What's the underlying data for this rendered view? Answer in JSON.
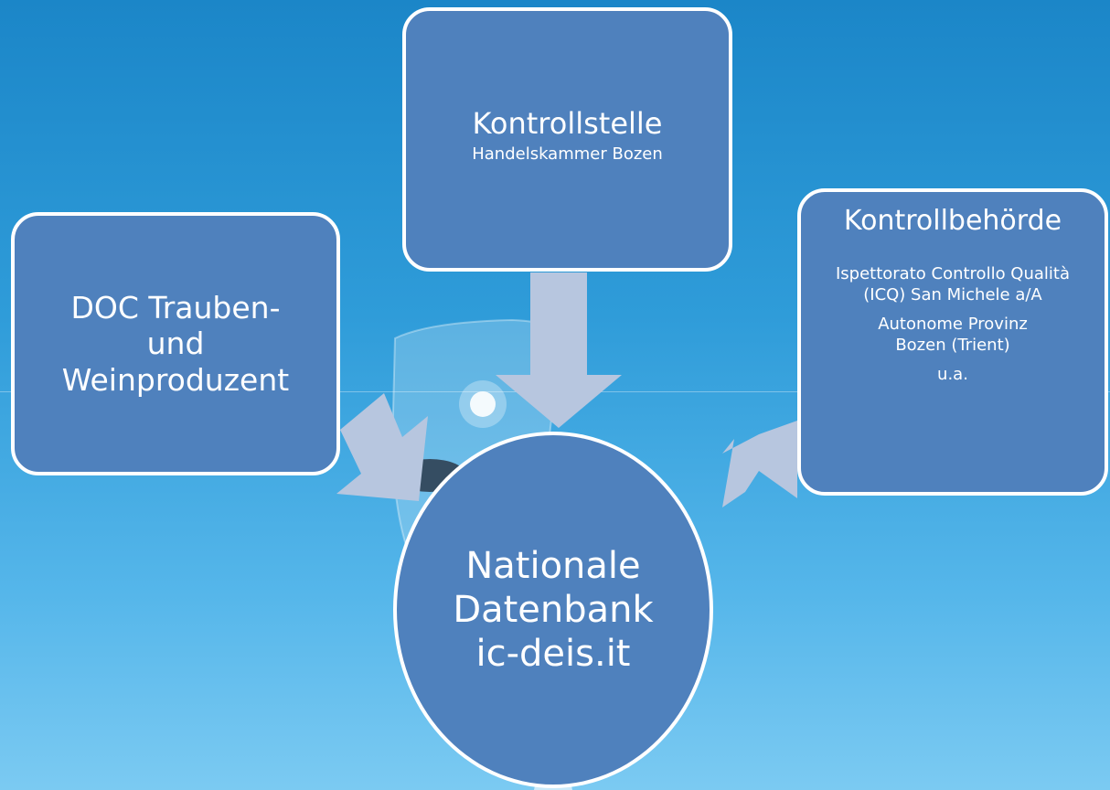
{
  "diagram": {
    "source_left": {
      "title_lines": [
        "DOC Trauben-",
        "und",
        "Weinproduzent"
      ]
    },
    "source_top": {
      "title": "Kontrollstelle",
      "subtitle": "Handelskammer Bozen"
    },
    "source_right": {
      "title": "Kontrollbehörde",
      "lines": [
        "Ispettorato Controllo Qualità (ICQ) San Michele a/A",
        "Autonome Provinz Bozen (Trient)",
        "u.a."
      ]
    },
    "center": {
      "lines": [
        "Nationale",
        "Datenbank",
        "ic-deis.it"
      ]
    },
    "colors": {
      "box_fill": "#4f81bd",
      "box_border": "#ffffff",
      "arrow": "#b7c6df",
      "background": "#2f9cd9"
    }
  }
}
